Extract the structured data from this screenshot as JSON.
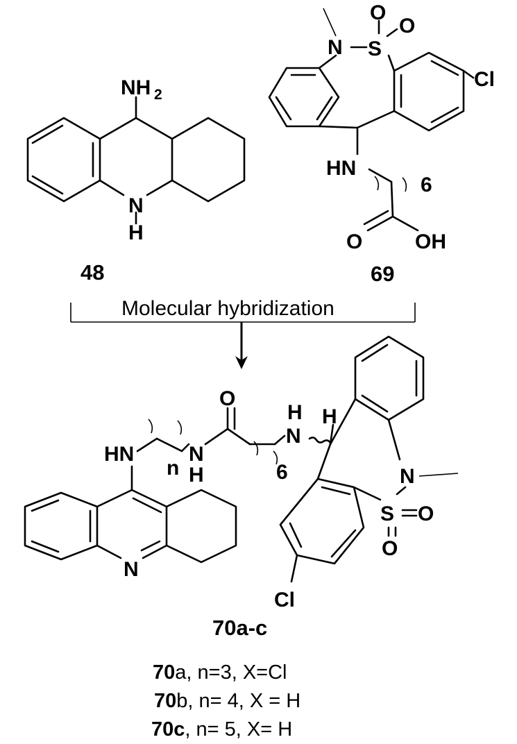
{
  "compounds": {
    "c48": {
      "label": "48",
      "nh2": "NH",
      "nh2_sub": "2",
      "nh_n": "N",
      "nh_h": "H"
    },
    "c69": {
      "label": "69",
      "n": "N",
      "s": "S",
      "o1": "O",
      "o2": "O",
      "cl": "Cl",
      "hn": "HN",
      "repeat": "6",
      "o_carbonyl": "O",
      "oh": "OH"
    },
    "c70": {
      "label": "70a-c",
      "hn_left": "HN",
      "n_repeat": "n",
      "nh_amide_n": "N",
      "nh_amide_h": "H",
      "o_carbonyl": "O",
      "nh_right_h": "H",
      "nh_right_n": "N",
      "ch_h": "H",
      "repeat": "6",
      "ring_n": "N",
      "n_methyl": "N",
      "s": "S",
      "o1": "O",
      "o2": "O",
      "cl": "Cl"
    }
  },
  "reaction": {
    "caption": "Molecular hybridization"
  },
  "variants": [
    {
      "id_bold": "70",
      "id_rest": "a",
      "desc": ", n=3, X=Cl"
    },
    {
      "id_bold": "70",
      "id_rest": "b",
      "desc": ", n= 4, X = H"
    },
    {
      "id_bold": "70c",
      "id_rest": "",
      "desc": ", n= 5, X= H"
    }
  ]
}
